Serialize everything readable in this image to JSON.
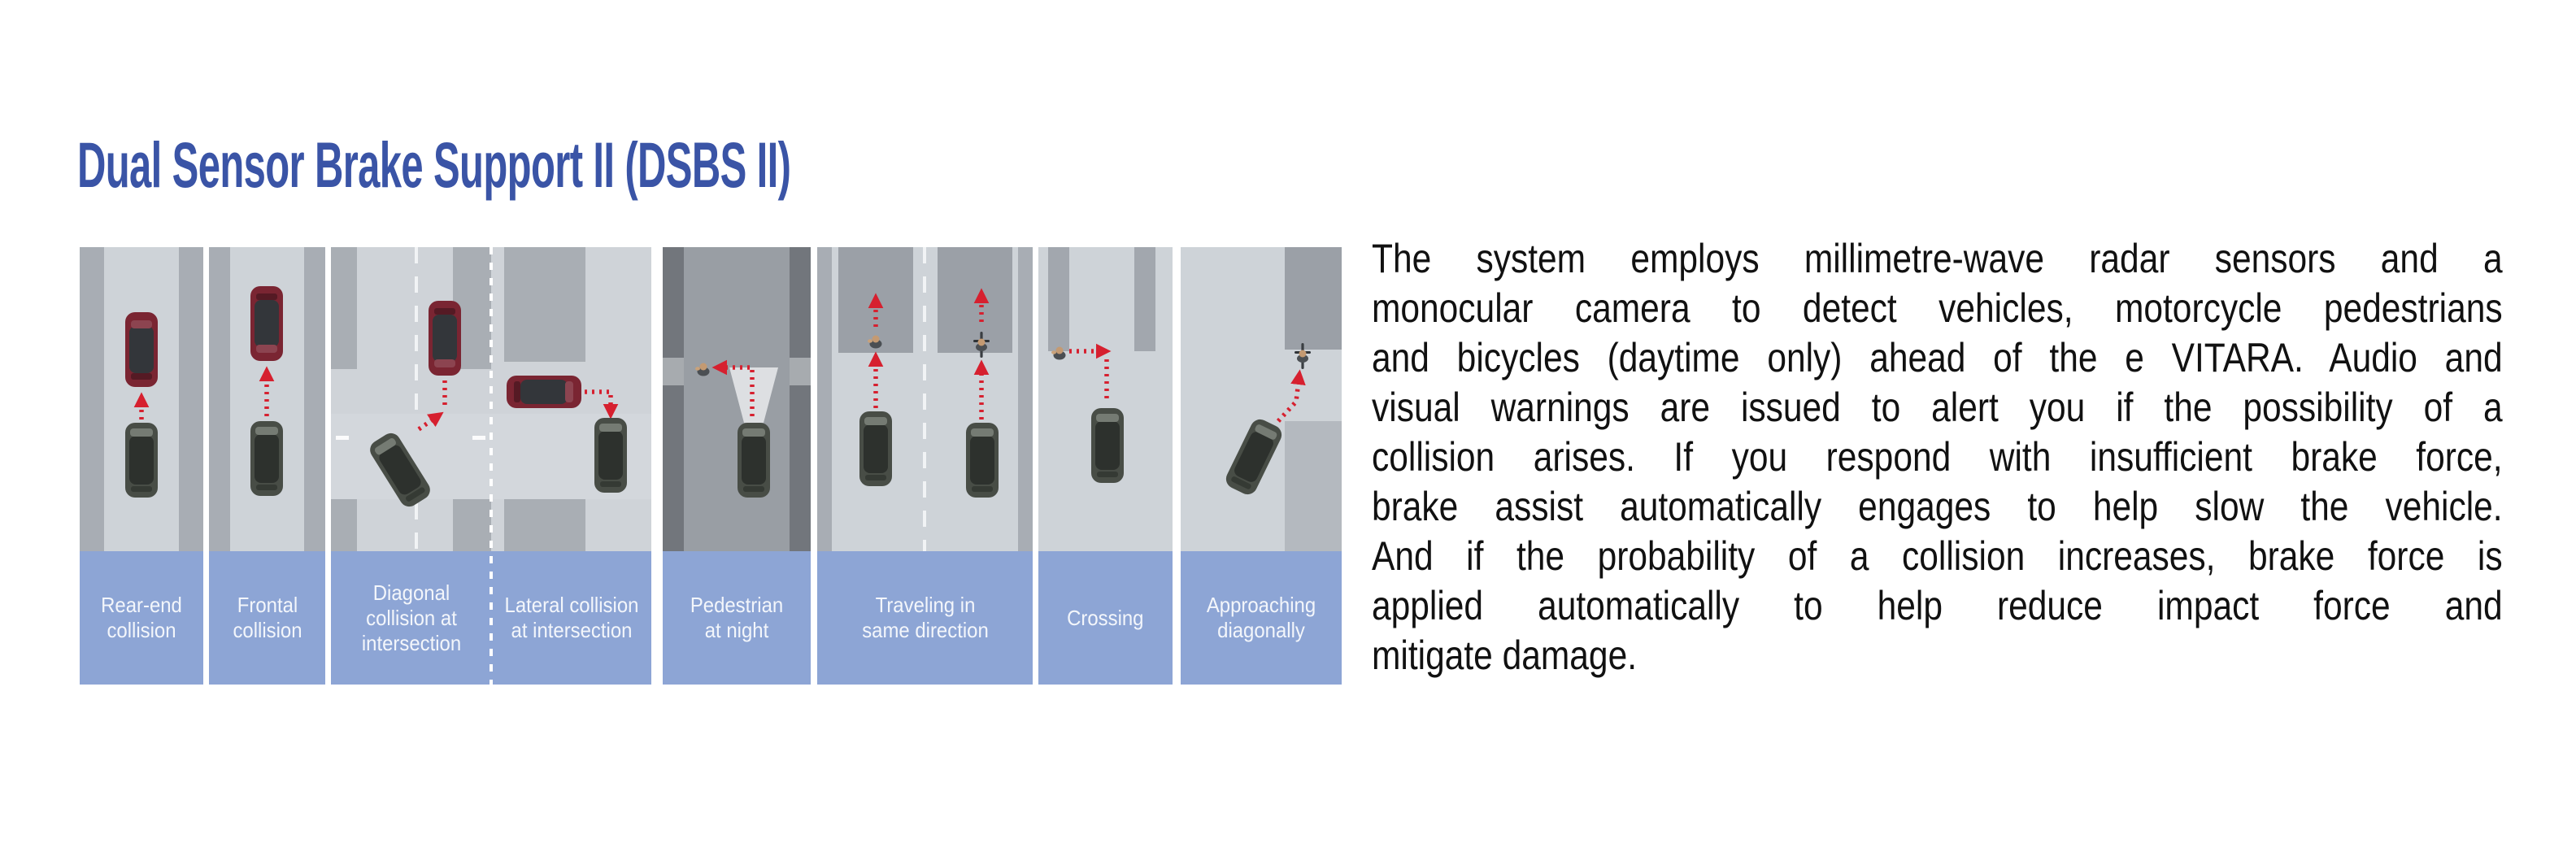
{
  "title": "Dual Sensor Brake Support II (DSBS II)",
  "diagram": {
    "panels": [
      {
        "label": "Rear-end collision"
      },
      {
        "label": "Frontal collision"
      },
      {
        "label": "Diagonal collision at intersection"
      },
      {
        "label": "Lateral collision at intersection"
      },
      {
        "label": "Pedestrian at night"
      },
      {
        "label": "Traveling in same direction"
      },
      {
        "label": "Crossing"
      },
      {
        "label": "Approaching diagonally"
      }
    ],
    "colors": {
      "label_band_blue": "#8da5d5",
      "label_text": "#f3f6fb",
      "warning_path_red": "#d6202f",
      "target_car_red": "#7a2532",
      "ego_car_gray": "#484d46",
      "road_light": "#ced3d8",
      "road_dark": "#a8adb4",
      "night_dark": "#72767c",
      "title_blue": "#3a54a6"
    }
  },
  "paragraph": {
    "lines": [
      "The system employs millimetre-wave radar sensors and a",
      "monocular camera to detect vehicles, motorcycle pedestrians",
      "and bicycles (daytime only) ahead of the e VITARA. Audio and",
      "visual warnings are issued to alert you if the possibility of a",
      "collision arises. If you respond with insufficient brake force,",
      "brake assist automatically engages to help slow the vehicle.",
      "And if the probability of a collision increases, brake force is",
      "applied automatically to help reduce impact force and",
      "mitigate damage."
    ],
    "full_text": "The system employs millimetre-wave radar sensors and a monocular camera to detect vehicles, motorcycle pedestrians and bicycles (daytime only) ahead of the e VITARA. Audio and visual warnings are issued to alert you if the possibility of a collision arises. If you respond with insufficient brake force, brake assist automatically engages to help slow the vehicle. And if the probability of a collision increases, brake force is applied automatically to help reduce impact force and mitigate damage."
  }
}
